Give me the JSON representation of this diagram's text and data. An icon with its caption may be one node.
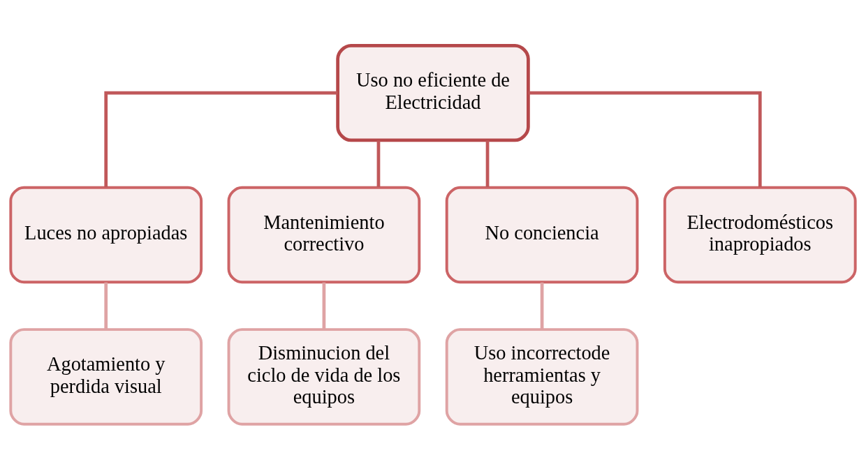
{
  "diagram": {
    "nodes": [
      {
        "text": [
          "Uso no eficiente de Electricidad"
        ]
      },
      {
        "text": [
          "Luces no apropiadas"
        ]
      },
      {
        "text": [
          "Mantenimiento correctivo"
        ]
      },
      {
        "text": [
          "No conciencia"
        ]
      },
      {
        "text": [
          "Electrodomésticos inapropiados"
        ]
      },
      {
        "text": [
          "Agotamiento y perdida visual"
        ]
      },
      {
        "text": [
          "Disminucion del ciclo de vida de los equipos"
        ]
      },
      {
        "text": [
          "Uso incorrectode herramientas y equipos"
        ]
      }
    ],
    "edges": [
      {
        "from": 0,
        "to": 1,
        "arrow": "none"
      },
      {
        "from": 0,
        "to": 2,
        "arrow": "none"
      },
      {
        "from": 0,
        "to": 3,
        "arrow": "none"
      },
      {
        "from": 0,
        "to": 4,
        "arrow": "none"
      },
      {
        "from": 1,
        "to": 5,
        "arrow": "none"
      },
      {
        "from": 2,
        "to": 6,
        "arrow": "none"
      },
      {
        "from": 3,
        "to": 7,
        "arrow": "none"
      }
    ]
  }
}
